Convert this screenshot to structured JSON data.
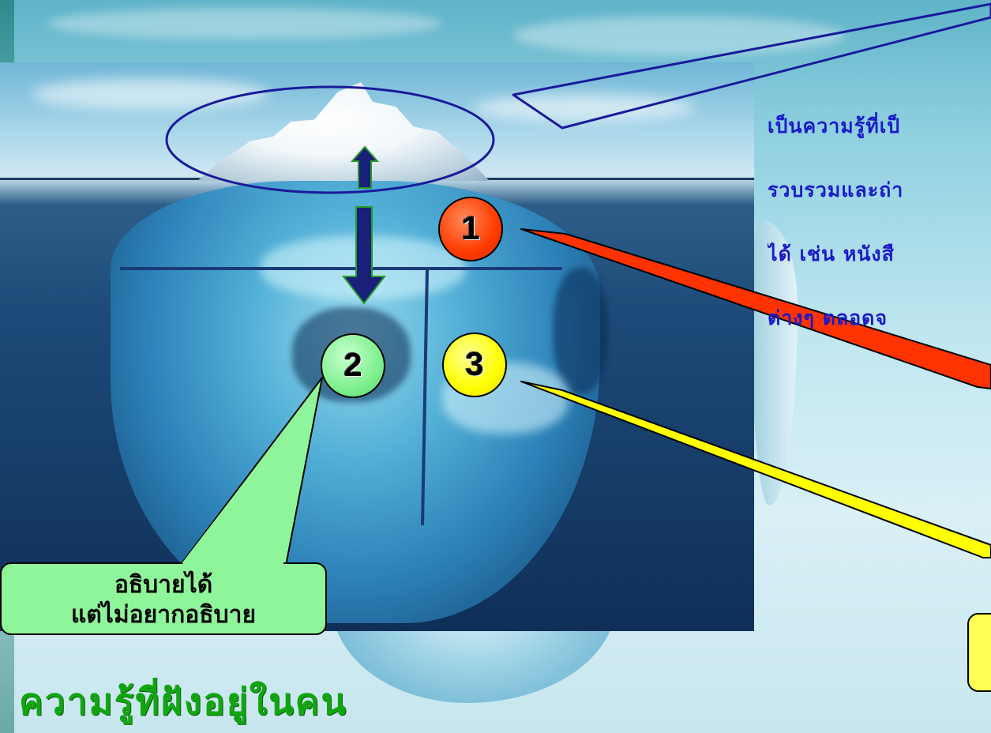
{
  "top_description": {
    "lines": [
      "เป็นความรู้ที่เป็",
      "รวบรวมและถ่า",
      "ได้ เช่น หนังสื",
      "ต่างๆ ตลอดจ"
    ]
  },
  "markers": {
    "one": "1",
    "two": "2",
    "three": "3"
  },
  "callout_green": {
    "line1": "อธิบายได้",
    "line2": "แต่ไม่อยากอธิบาย"
  },
  "footer_title": "ความรู้ที่ฝังอยู่ในคน",
  "colors": {
    "marker_one": "#ff3b00",
    "marker_two": "#7ff08f",
    "marker_three": "#ffff00",
    "title_green": "#11a611",
    "text_blue": "#1a1ac8",
    "arrow_navy": "#1a1f7a"
  }
}
